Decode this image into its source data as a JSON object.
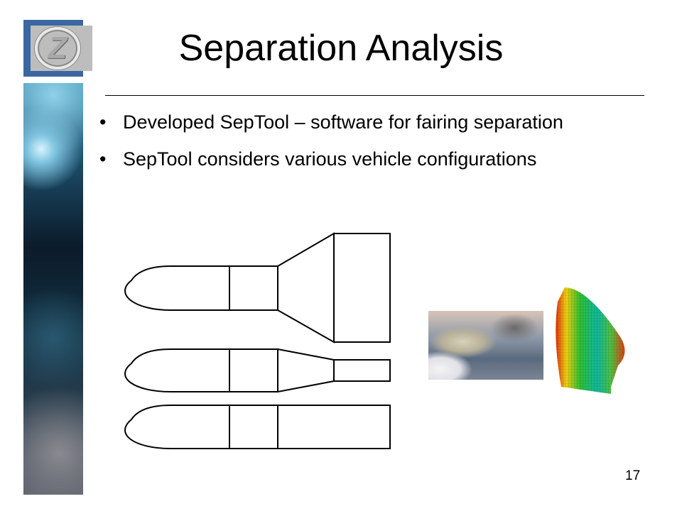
{
  "slide": {
    "title": "Separation Analysis",
    "bullets": [
      "Developed SepTool – software for fairing separation",
      "SepTool considers various vehicle configurations"
    ],
    "bullet_symbol": "•",
    "page_number": "17",
    "logo_letter": "Z"
  },
  "images": {
    "vehicle_configurations": [
      "configuration-large-fairing",
      "configuration-tapered-fairing",
      "configuration-uniform"
    ],
    "photo": "fairing-separation-render",
    "fea": "fairing-fea-contour"
  },
  "colors": {
    "logo_blue": "#3a67a0",
    "logo_grey": "#bdbdbd"
  }
}
